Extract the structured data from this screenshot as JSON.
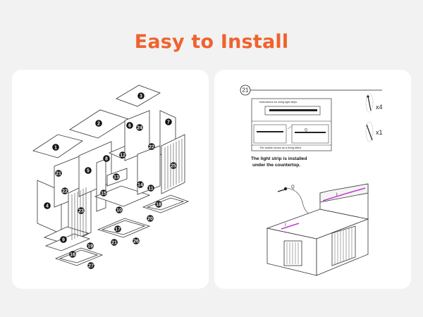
{
  "header": {
    "title": "Easy to Install"
  },
  "assembly": {
    "part_numbers": [
      "1",
      "2",
      "3",
      "4",
      "5",
      "6",
      "7",
      "8",
      "9",
      "10",
      "11",
      "12",
      "13",
      "14",
      "15",
      "16",
      "17",
      "18",
      "19",
      "20",
      "21",
      "21",
      "22",
      "22",
      "23",
      "24",
      "25",
      "26",
      "27"
    ]
  },
  "lighting": {
    "step_number": "21",
    "instruction_title": "Instructions for using light strips",
    "inset_caption": "The double shows as a fixing effect",
    "caption_line1": "The light strip is installed",
    "caption_line2": "under the countertop.",
    "parts": [
      {
        "label": "x4"
      },
      {
        "label": "x1"
      }
    ],
    "labels": {
      "strip_letter": "I",
      "plug_letter": "Q"
    }
  }
}
